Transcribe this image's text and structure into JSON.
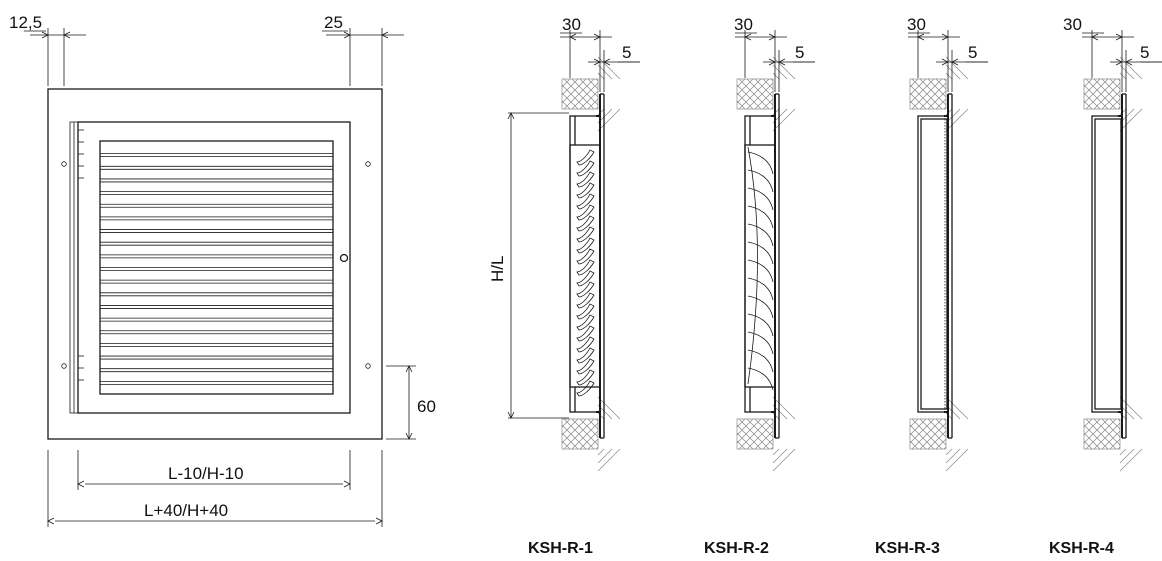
{
  "front_view": {
    "dim_top_left": "12,5",
    "dim_top_right": "25",
    "dim_right": "60",
    "dim_inner_width": "L-10/H-10",
    "dim_outer_width": "L+40/H+40"
  },
  "section_common": {
    "dim_height": "H/L"
  },
  "sections": [
    {
      "label": "KSH-R-1",
      "dim_depth": "30",
      "dim_lip": "5",
      "blade_style": "s-curve"
    },
    {
      "label": "KSH-R-2",
      "dim_depth": "30",
      "dim_lip": "5",
      "blade_style": "curved"
    },
    {
      "label": "KSH-R-3",
      "dim_depth": "30",
      "dim_lip": "5",
      "blade_style": "plain-dotted"
    },
    {
      "label": "KSH-R-4",
      "dim_depth": "30",
      "dim_lip": "5",
      "blade_style": "plain"
    }
  ],
  "colors": {
    "line": "#1a1a1a",
    "hatch": "#888888"
  }
}
